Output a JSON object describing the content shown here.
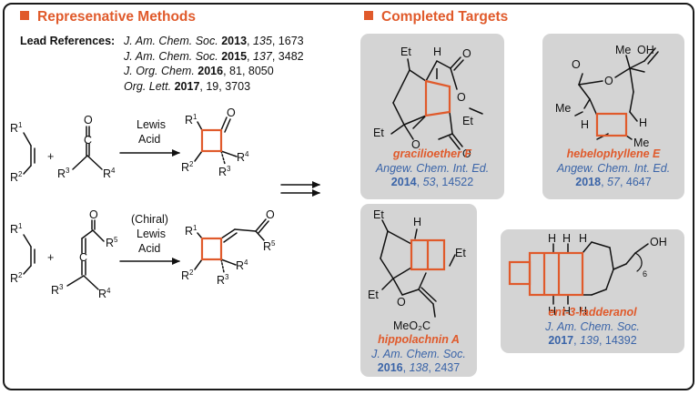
{
  "header": {
    "methods_title": "Represenative Methods",
    "targets_title": "Completed Targets"
  },
  "lead": {
    "label": "Lead References:",
    "refs": [
      {
        "journal": "J. Am. Chem. Soc.",
        "year": "2013",
        "volume": "135",
        "page": "1673"
      },
      {
        "journal": "J. Am. Chem. Soc.",
        "year": "2015",
        "volume": "137",
        "page": "3482"
      },
      {
        "journal": "J. Org. Chem.",
        "year": "2016",
        "volume": "81",
        "page": "8050"
      },
      {
        "journal": "Org. Lett.",
        "year": "2017",
        "volume": "19",
        "page": "3703"
      }
    ]
  },
  "reaction1": {
    "reagent_lines": [
      "Lewis",
      "Acid"
    ],
    "plus": "+",
    "atoms": {
      "r1": "R",
      "r2": "R",
      "r3": "R",
      "r4": "R",
      "o": "O",
      "c": "C",
      "sup1": "1",
      "sup2": "2",
      "sup3": "3",
      "sup4": "4"
    }
  },
  "reaction2": {
    "reagent_lines": [
      "(Chiral)",
      "Lewis",
      "Acid"
    ],
    "plus": "+",
    "atoms": {
      "r": "R",
      "o": "O",
      "c": "C",
      "sup1": "1",
      "sup2": "2",
      "sup3": "3",
      "sup4": "4",
      "sup5": "5"
    }
  },
  "labels": {
    "et": "Et",
    "me": "Me",
    "h": "H",
    "o": "O",
    "oh": "OH",
    "co2me": "MeO₂C",
    "six": "6"
  },
  "targets": [
    {
      "name": "gracilioether F",
      "journal": "Angew. Chem. Int. Ed.",
      "year": "2014",
      "volume": "53",
      "page": "14522"
    },
    {
      "name": "hebelophyllene E",
      "journal": "Angew. Chem. Int. Ed.",
      "year": "2018",
      "volume": "57",
      "page": "4647"
    },
    {
      "name": "hippolachnin A",
      "journal": "J. Am. Chem. Soc.",
      "year": "2016",
      "volume": "138",
      "page": "2437"
    },
    {
      "name": "ent-3-ladderanol",
      "journal": "J. Am. Chem. Soc.",
      "year": "2017",
      "volume": "139",
      "page": "14392"
    }
  ],
  "colors": {
    "accent": "#e05a2b",
    "citation": "#3a64a8",
    "card": "#d4d4d4",
    "ink": "#111111"
  }
}
